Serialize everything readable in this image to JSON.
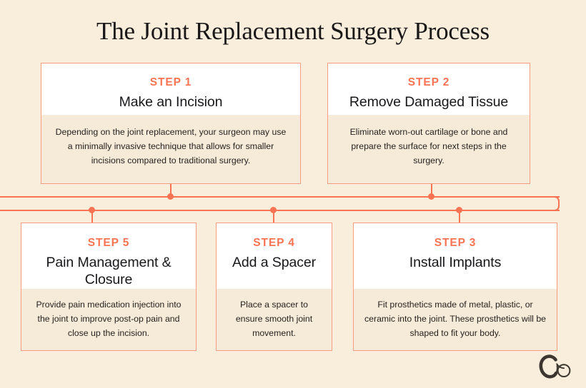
{
  "title": "The Joint Replacement Surgery Process",
  "colors": {
    "background": "#F9EEDC",
    "accent": "#FA7352",
    "card_border": "#F79C83",
    "card_body_fill": "#F6EBD8",
    "card_head_fill": "#FFFFFF",
    "text": "#18171A"
  },
  "steps": [
    {
      "id": "step1",
      "label": "STEP 1",
      "title": "Make an Incision",
      "description": "Depending on the joint replacement, your surgeon may use a minimally invasive technique that allows for smaller incisions compared to traditional surgery."
    },
    {
      "id": "step2",
      "label": "STEP 2",
      "title": "Remove Damaged Tissue",
      "description": "Eliminate worn-out cartilage or bone and prepare the surface for next steps in the surgery."
    },
    {
      "id": "step3",
      "label": "STEP 3",
      "title": "Install Implants",
      "description": "Fit prosthetics made of metal, plastic, or ceramic into the joint. These prosthetics will be shaped to fit your body."
    },
    {
      "id": "step4",
      "label": "STEP 4",
      "title": "Add a Spacer",
      "description": "Place a spacer to ensure smooth joint movement."
    },
    {
      "id": "step5",
      "label": "STEP 5",
      "title": "Pain Management & Closure",
      "description": "Provide pain medication injection into the joint to improve post-op pain and close up the incision."
    }
  ],
  "logo": {
    "name": "co-monogram-logo",
    "text": "Co"
  }
}
